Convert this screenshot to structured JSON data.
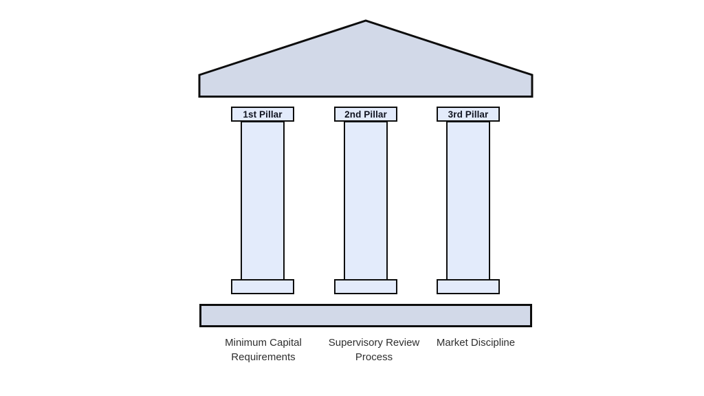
{
  "diagram": {
    "pillars": [
      {
        "label": "1st Pillar",
        "caption": "Minimum Capital Requirements"
      },
      {
        "label": "2nd Pillar",
        "caption": "Supervisory Review Process"
      },
      {
        "label": "3rd Pillar",
        "caption": "Market Discipline"
      }
    ],
    "colors": {
      "background": "#ffffff",
      "roof_fill": "#d2d9e8",
      "pillar_fill": "#e3ebfb",
      "outline": "#0d0d0d",
      "pillar_label_text": "#10131f",
      "caption_text": "#2e2e2e"
    }
  }
}
